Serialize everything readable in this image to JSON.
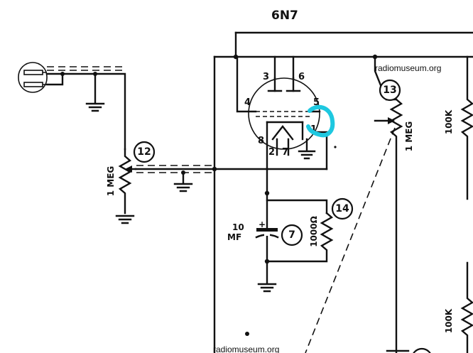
{
  "tube": {
    "type": "6N7",
    "pins": {
      "p1": "1",
      "p2": "2",
      "p3": "3",
      "p4": "4",
      "p5": "5",
      "p6": "6",
      "p7": "7",
      "p8": "8"
    }
  },
  "components": {
    "pot_left": {
      "ref": "12",
      "value": "1 MEG"
    },
    "pot_right": {
      "ref": "13",
      "value": "1 MEG"
    },
    "capacitor": {
      "ref": "7",
      "value_line1": "10",
      "value_line2": "MF",
      "plus": "+"
    },
    "cathode_resistor": {
      "ref": "14",
      "value": "1000Ω"
    },
    "resistor_upper": {
      "value": "100K"
    },
    "resistor_lower": {
      "value": "100K"
    }
  },
  "watermarks": {
    "top": "radiomuseum.org",
    "bottom": "radiomuseum.org"
  },
  "colors": {
    "ink": "#111111",
    "highlight": "#1ec8e0",
    "paper": "#ffffff"
  }
}
